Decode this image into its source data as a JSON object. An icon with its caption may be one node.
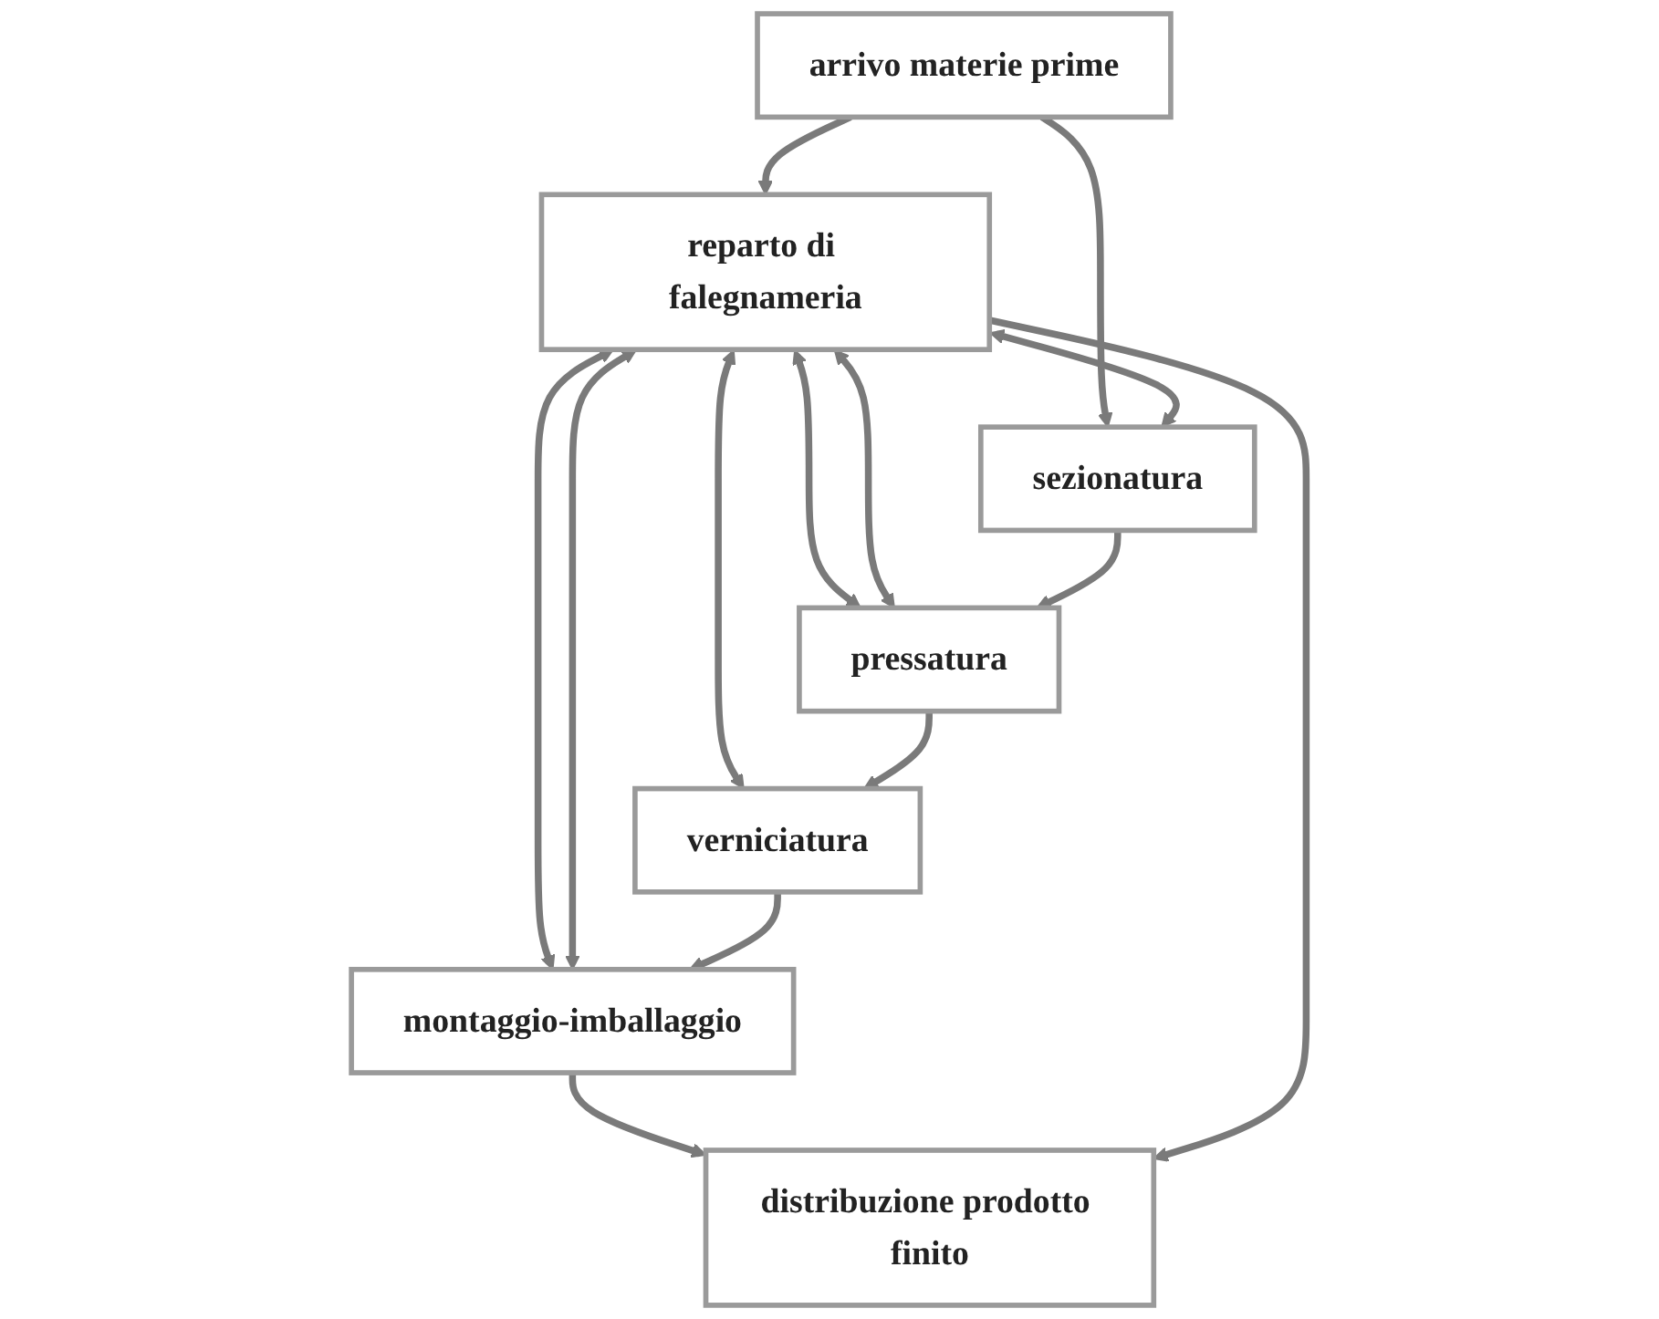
{
  "diagram": {
    "nodes": [
      {
        "text": [
          "arrivo materie prime"
        ]
      },
      {
        "text": [
          "reparto di falegnameria"
        ]
      },
      {
        "text": [
          "sezionatura"
        ]
      },
      {
        "text": [
          "pressatura"
        ]
      },
      {
        "text": [
          "verniciatura"
        ]
      },
      {
        "text": [
          "montaggio-imballaggio"
        ]
      },
      {
        "text": [
          "distribuzione prodotto finito"
        ]
      }
    ],
    "edges": [
      {
        "from": 0,
        "to": 1,
        "arrow": "to"
      },
      {
        "from": 0,
        "to": 2,
        "arrow": "to"
      },
      {
        "from": 1,
        "to": 2,
        "arrow": "both"
      },
      {
        "from": 1,
        "to": 3,
        "arrow": "both"
      },
      {
        "from": 1,
        "to": 3,
        "arrow": "both"
      },
      {
        "from": 1,
        "to": 4,
        "arrow": "both"
      },
      {
        "from": 1,
        "to": 5,
        "arrow": "both"
      },
      {
        "from": 1,
        "to": 5,
        "arrow": "both"
      },
      {
        "from": 2,
        "to": 3,
        "arrow": "to"
      },
      {
        "from": 3,
        "to": 4,
        "arrow": "to"
      },
      {
        "from": 4,
        "to": 5,
        "arrow": "to"
      },
      {
        "from": 5,
        "to": 6,
        "arrow": "to"
      },
      {
        "from": 1,
        "to": 6,
        "arrow": "to"
      }
    ]
  }
}
